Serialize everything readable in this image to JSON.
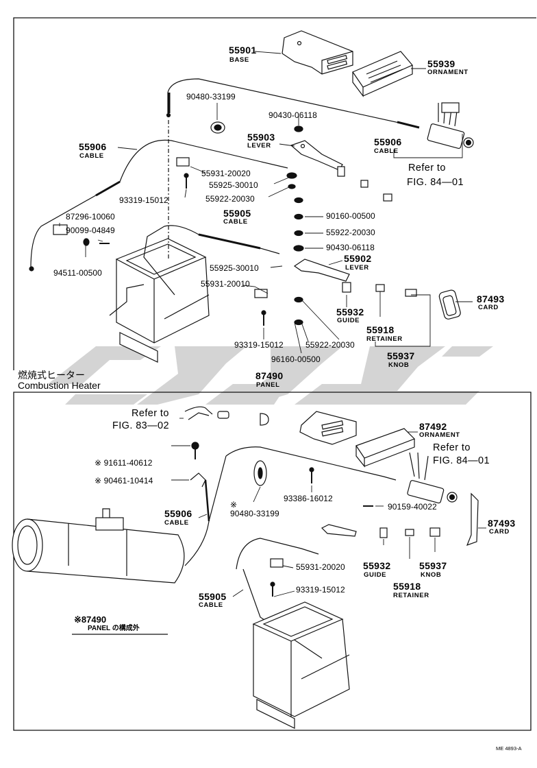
{
  "top": {
    "base": {
      "num": "55901",
      "name": "BASE"
    },
    "ornament": {
      "num": "55939",
      "name": "ORNAMENT"
    },
    "p1": "90480-33199",
    "p2": "90430-06118",
    "lever": {
      "num": "55903",
      "name": "LEVER"
    },
    "cable_a": {
      "num": "55906",
      "name": "CABLE"
    },
    "cable_b": {
      "num": "55906",
      "name": "CABLE"
    },
    "refer": {
      "line1": "Refer to",
      "line2": "FIG. 84—01"
    },
    "p3": "55931-20020",
    "p4": "55925-30010",
    "p5": "93319-15012",
    "p6": "55922-20030",
    "p7": "87296-10060",
    "p8": "90099-04849",
    "cable_c": {
      "num": "55905",
      "name": "CABLE"
    },
    "p9": "90160-00500",
    "p10": "55922-20030",
    "p11": "90430-06118",
    "p12": "94511-00500",
    "p13": "55925-30010",
    "lever2": {
      "num": "55902",
      "name": "LEVER"
    },
    "p14": "55931-20010",
    "card": {
      "num": "87493",
      "name": "CARD"
    },
    "guide": {
      "num": "55932",
      "name": "GUIDE"
    },
    "retainer": {
      "num": "55918",
      "name": "RETAINER"
    },
    "p15": "93319-15012",
    "p16": "55922-20030",
    "knob": {
      "num": "55937",
      "name": "KNOB"
    },
    "p17": "96160-00500"
  },
  "heater": {
    "jp": "燃焼式ヒーター",
    "en": "Combustion Heater"
  },
  "panel": {
    "num": "87490",
    "name": "PANEL"
  },
  "bottom": {
    "refer1": {
      "line1": "Refer to",
      "line2": "FIG. 83—02"
    },
    "ornament": {
      "num": "87492",
      "name": "ORNAMENT"
    },
    "refer2": {
      "line1": "Refer to",
      "line2": "FIG. 84—01"
    },
    "p1": "※ 91611-40612",
    "p2": "※ 90461-10414",
    "p3": "93386-16012",
    "cable_a": {
      "num": "55906",
      "name": "CABLE"
    },
    "p4_mark": "※",
    "p4": "90480-33199",
    "p5": "90159-40022",
    "card": {
      "num": "87493",
      "name": "CARD"
    },
    "p6": "55931-20020",
    "guide": {
      "num": "55932",
      "name": "GUIDE"
    },
    "knob": {
      "num": "55937",
      "name": "KNOB"
    },
    "retainer": {
      "num": "55918",
      "name": "RETAINER"
    },
    "p7": "93319-15012",
    "cable_b": {
      "num": "55905",
      "name": "CABLE"
    },
    "note_num": "※87490",
    "note_sub": "PANEL の構成外"
  },
  "code": "ME 4893-A",
  "colors": {
    "ink": "#111111",
    "watermark": "#c8c8c8",
    "bg": "#ffffff"
  }
}
